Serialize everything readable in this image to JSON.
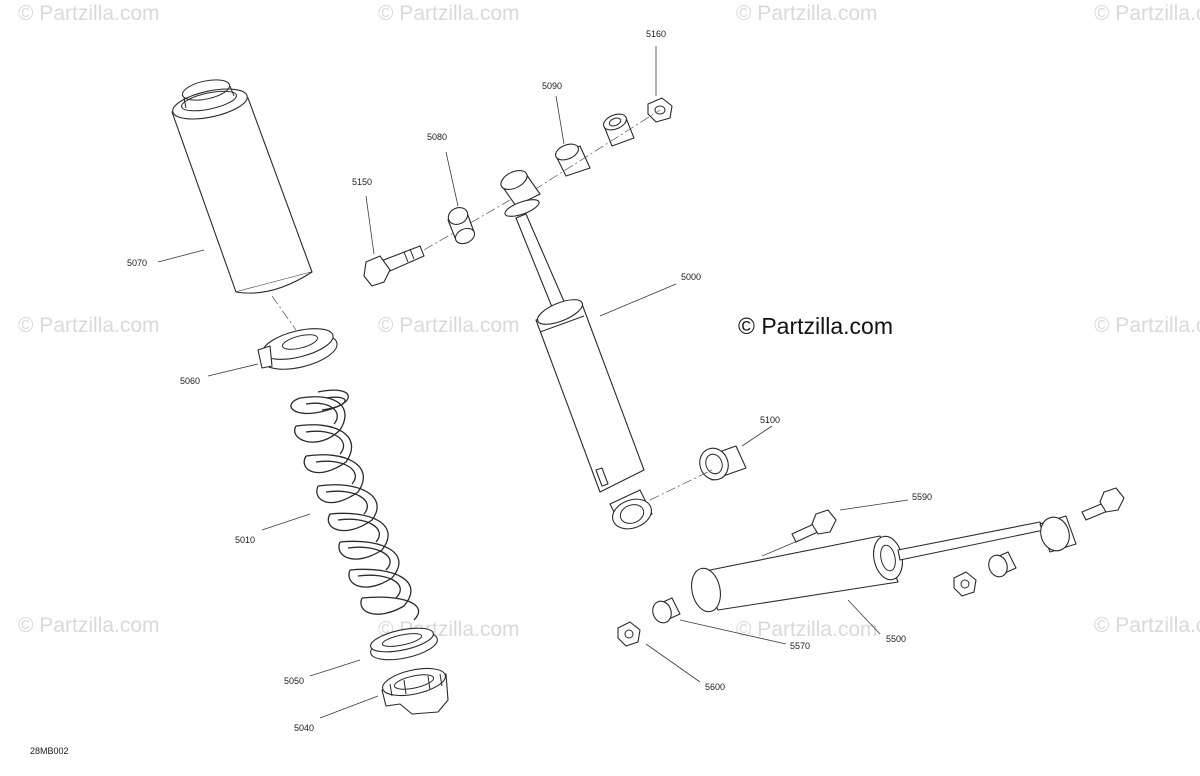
{
  "watermark": "© Partzilla.com",
  "main_watermark": "© Partzilla.com",
  "diagram_code": "28MB002",
  "callouts": {
    "c5070": "5070",
    "c5060": "5060",
    "c5010": "5010",
    "c5050": "5050",
    "c5040": "5040",
    "c5150": "5150",
    "c5080": "5080",
    "c5090": "5090",
    "c5160": "5160",
    "c5000": "5000",
    "c5100": "5100",
    "c5590": "5590",
    "c5500": "5500",
    "c5570": "5570",
    "c5600": "5600"
  }
}
